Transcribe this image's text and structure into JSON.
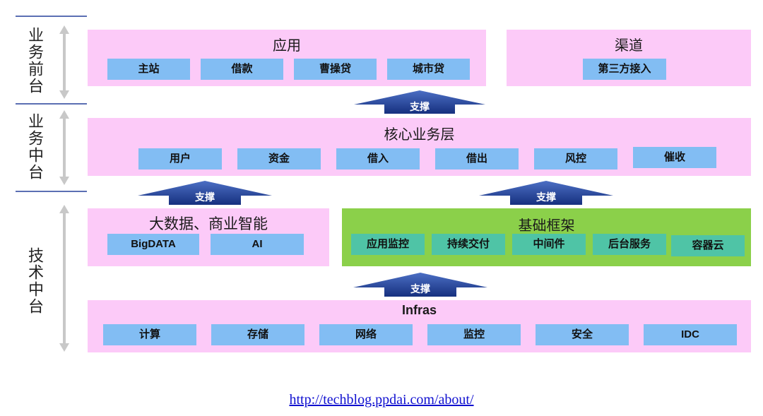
{
  "side": {
    "front_office": "业务前台",
    "middle_office": "业务中台",
    "tech_platform": "技术中台"
  },
  "app": {
    "title": "应用",
    "items": [
      "主站",
      "借款",
      "曹操贷",
      "城市贷"
    ]
  },
  "channel": {
    "title": "渠道",
    "items": [
      "第三方接入"
    ]
  },
  "core": {
    "title": "核心业务层",
    "items": [
      "用户",
      "资金",
      "借入",
      "借出",
      "风控",
      "催收"
    ]
  },
  "bigdata": {
    "title": "大数据、商业智能",
    "items": [
      "BigDATA",
      "AI"
    ]
  },
  "framework": {
    "title": "基础框架",
    "items": [
      "应用监控",
      "持续交付",
      "中间件",
      "后台服务",
      "容器云"
    ]
  },
  "infras": {
    "title": "Infras",
    "items": [
      "计算",
      "存储",
      "网络",
      "监控",
      "安全",
      "IDC"
    ]
  },
  "support_label": "支撑",
  "footer_link": "http://techblog.ppdai.com/about/",
  "colors": {
    "pink_panel": "#fccaf8",
    "green_panel": "#8bd04a",
    "blue_chip": "#82bdf3",
    "teal_chip": "#4fc4a6",
    "arrow_navy": "#17348a"
  }
}
